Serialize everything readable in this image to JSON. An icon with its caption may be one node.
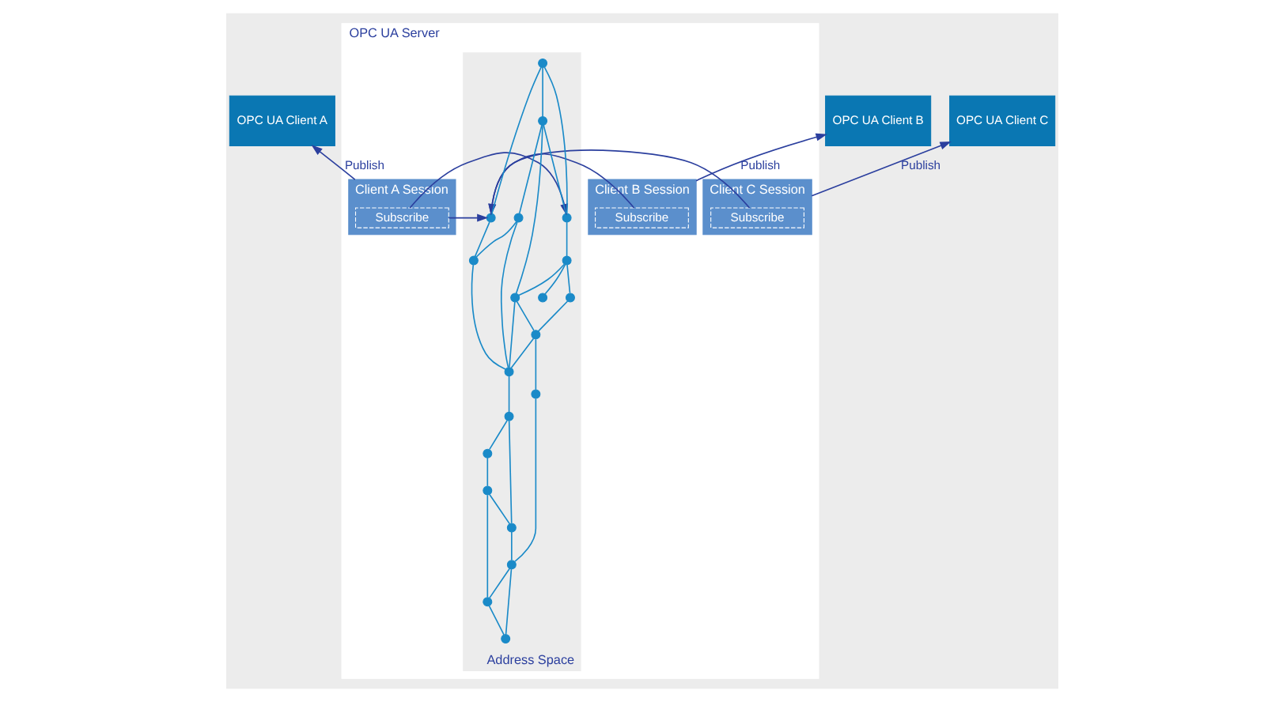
{
  "diagram": {
    "nodes": [
      {
        "text": [
          "OPC UA Client A"
        ]
      },
      {
        "text": [
          "OPC UA Client B"
        ]
      },
      {
        "text": [
          "OPC UA Client C"
        ]
      },
      {
        "text": [
          "OPC UA Server"
        ]
      },
      {
        "text": [
          "Client A Session"
        ],
        "in": 3
      },
      {
        "text": [
          "Subscribe"
        ],
        "in": 4
      },
      {
        "text": [
          "Client B Session"
        ],
        "in": 3
      },
      {
        "text": [
          "Subscribe"
        ],
        "in": 6
      },
      {
        "text": [
          "Client C Session"
        ],
        "in": 3
      },
      {
        "text": [
          "Subscribe"
        ],
        "in": 8
      },
      {
        "text": [
          "Address Space"
        ],
        "in": 3
      },
      {
        "text": [],
        "shape": "circle",
        "in": 10
      },
      {
        "text": [],
        "shape": "circle",
        "in": 10
      },
      {
        "text": [],
        "shape": "circle",
        "in": 10
      },
      {
        "text": [],
        "shape": "circle",
        "in": 10
      },
      {
        "text": [],
        "shape": "circle",
        "in": 10
      },
      {
        "text": [],
        "shape": "circle",
        "in": 10
      },
      {
        "text": [],
        "shape": "circle",
        "in": 10
      },
      {
        "text": [],
        "shape": "circle",
        "in": 10
      },
      {
        "text": [],
        "shape": "circle",
        "in": 10
      },
      {
        "text": [],
        "shape": "circle",
        "in": 10
      },
      {
        "text": [],
        "shape": "circle",
        "in": 10
      },
      {
        "text": [],
        "shape": "circle",
        "in": 10
      },
      {
        "text": [],
        "shape": "circle",
        "in": 10
      },
      {
        "text": [],
        "shape": "circle",
        "in": 10
      },
      {
        "text": [],
        "shape": "circle",
        "in": 10
      },
      {
        "text": [],
        "shape": "circle",
        "in": 10
      },
      {
        "text": [],
        "shape": "circle",
        "in": 10
      },
      {
        "text": [],
        "shape": "circle",
        "in": 10
      },
      {
        "text": [],
        "shape": "circle",
        "in": 10
      },
      {
        "text": [],
        "shape": "circle",
        "in": 10
      }
    ],
    "edges": [
      {
        "from": 4,
        "to": 0,
        "arrow": "to",
        "label": "Publish",
        "color": "#2b3f9e"
      },
      {
        "from": 6,
        "to": 1,
        "arrow": "to",
        "label": "Publish",
        "color": "#2b3f9e"
      },
      {
        "from": 8,
        "to": 2,
        "arrow": "to",
        "label": "Publish",
        "color": "#2b3f9e"
      },
      {
        "from": 5,
        "to": 11,
        "arrow": "to",
        "color": "#2b3f9e"
      },
      {
        "from": 5,
        "to": 16,
        "arrow": "to",
        "color": "#2b3f9e"
      },
      {
        "from": 7,
        "to": 11,
        "arrow": "to",
        "color": "#2b3f9e"
      },
      {
        "from": 9,
        "to": 11,
        "arrow": "to",
        "color": "#2b3f9e"
      },
      {
        "from": 12,
        "to": 11,
        "arrow": "none"
      },
      {
        "from": 11,
        "to": 13,
        "arrow": "none"
      },
      {
        "from": 12,
        "to": 14,
        "arrow": "none"
      },
      {
        "from": 12,
        "to": 16,
        "arrow": "none"
      },
      {
        "from": 14,
        "to": 15,
        "arrow": "none"
      },
      {
        "from": 15,
        "to": 13,
        "arrow": "none"
      },
      {
        "from": 13,
        "to": 17,
        "arrow": "none"
      },
      {
        "from": 15,
        "to": 17,
        "arrow": "none"
      },
      {
        "from": 14,
        "to": 16,
        "arrow": "none"
      },
      {
        "from": 14,
        "to": 18,
        "arrow": "none"
      },
      {
        "from": 18,
        "to": 17,
        "arrow": "none"
      },
      {
        "from": 16,
        "to": 19,
        "arrow": "none"
      },
      {
        "from": 19,
        "to": 18,
        "arrow": "none"
      },
      {
        "from": 19,
        "to": 20,
        "arrow": "none"
      },
      {
        "from": 19,
        "to": 21,
        "arrow": "none"
      },
      {
        "from": 21,
        "to": 22,
        "arrow": "none"
      },
      {
        "from": 18,
        "to": 22,
        "arrow": "none"
      },
      {
        "from": 22,
        "to": 17,
        "arrow": "none"
      },
      {
        "from": 17,
        "to": 23,
        "arrow": "none"
      },
      {
        "from": 22,
        "to": 29,
        "arrow": "none"
      },
      {
        "from": 29,
        "to": 28,
        "arrow": "none"
      },
      {
        "from": 23,
        "to": 24,
        "arrow": "none"
      },
      {
        "from": 23,
        "to": 26,
        "arrow": "none"
      },
      {
        "from": 24,
        "to": 25,
        "arrow": "none"
      },
      {
        "from": 25,
        "to": 26,
        "arrow": "none"
      },
      {
        "from": 26,
        "to": 28,
        "arrow": "none"
      },
      {
        "from": 28,
        "to": 27,
        "arrow": "none"
      },
      {
        "from": 25,
        "to": 27,
        "arrow": "none"
      },
      {
        "from": 28,
        "to": 30,
        "arrow": "none"
      },
      {
        "from": 27,
        "to": 30,
        "arrow": "none"
      }
    ]
  }
}
